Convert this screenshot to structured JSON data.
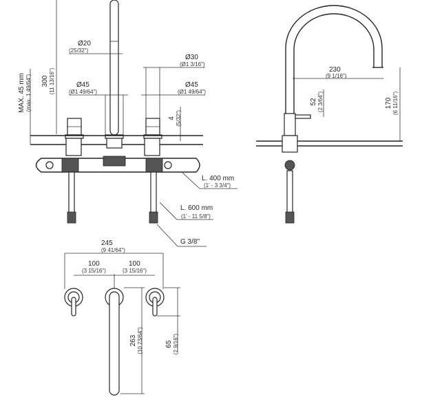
{
  "front_view": {
    "spout_diameter": {
      "mm": "Ø20",
      "inch": "(25/32\")"
    },
    "handle_diameter_top": {
      "mm": "Ø30",
      "inch": "(Ø1 3/16\")"
    },
    "spout_base_diameter": {
      "mm": "Ø45",
      "inch": "(Ø1 49/64\")"
    },
    "handle_base_diameter": {
      "mm": "Ø45",
      "inch": "(Ø1 49/64\")"
    },
    "height": {
      "mm": "300",
      "inch": "(11 13/16\")"
    },
    "max_deck_thickness": {
      "mm": "MAX. 45 mm",
      "inch": "(max. 1 49/64\")"
    },
    "base_height": {
      "mm": "4",
      "inch": "(5/32\")"
    },
    "hose_short": {
      "mm": "L. 400 mm",
      "inch": "(1' - 3 3/4\")"
    },
    "hose_long": {
      "mm": "L. 600 mm",
      "inch": "(1' - 11 5/8\")"
    },
    "connection": {
      "label": "G 3/8\""
    }
  },
  "side_view": {
    "reach": {
      "mm": "230",
      "inch": "(9 1/16\")"
    },
    "lever_height": {
      "mm": "52",
      "inch": "(2 3/64\")"
    },
    "spout_height": {
      "mm": "170",
      "inch": "(6 11/16\")"
    }
  },
  "top_view": {
    "overall_width": {
      "mm": "245",
      "inch": "(9 41/64\")"
    },
    "spacing_left": {
      "mm": "100",
      "inch": "(3 15/16\")"
    },
    "spacing_right": {
      "mm": "100",
      "inch": "(3 15/16\")"
    },
    "spout_length": {
      "mm": "263",
      "inch": "(10 23/64\")"
    },
    "lever_length": {
      "mm": "65",
      "inch": "(2 9/16\")"
    }
  }
}
